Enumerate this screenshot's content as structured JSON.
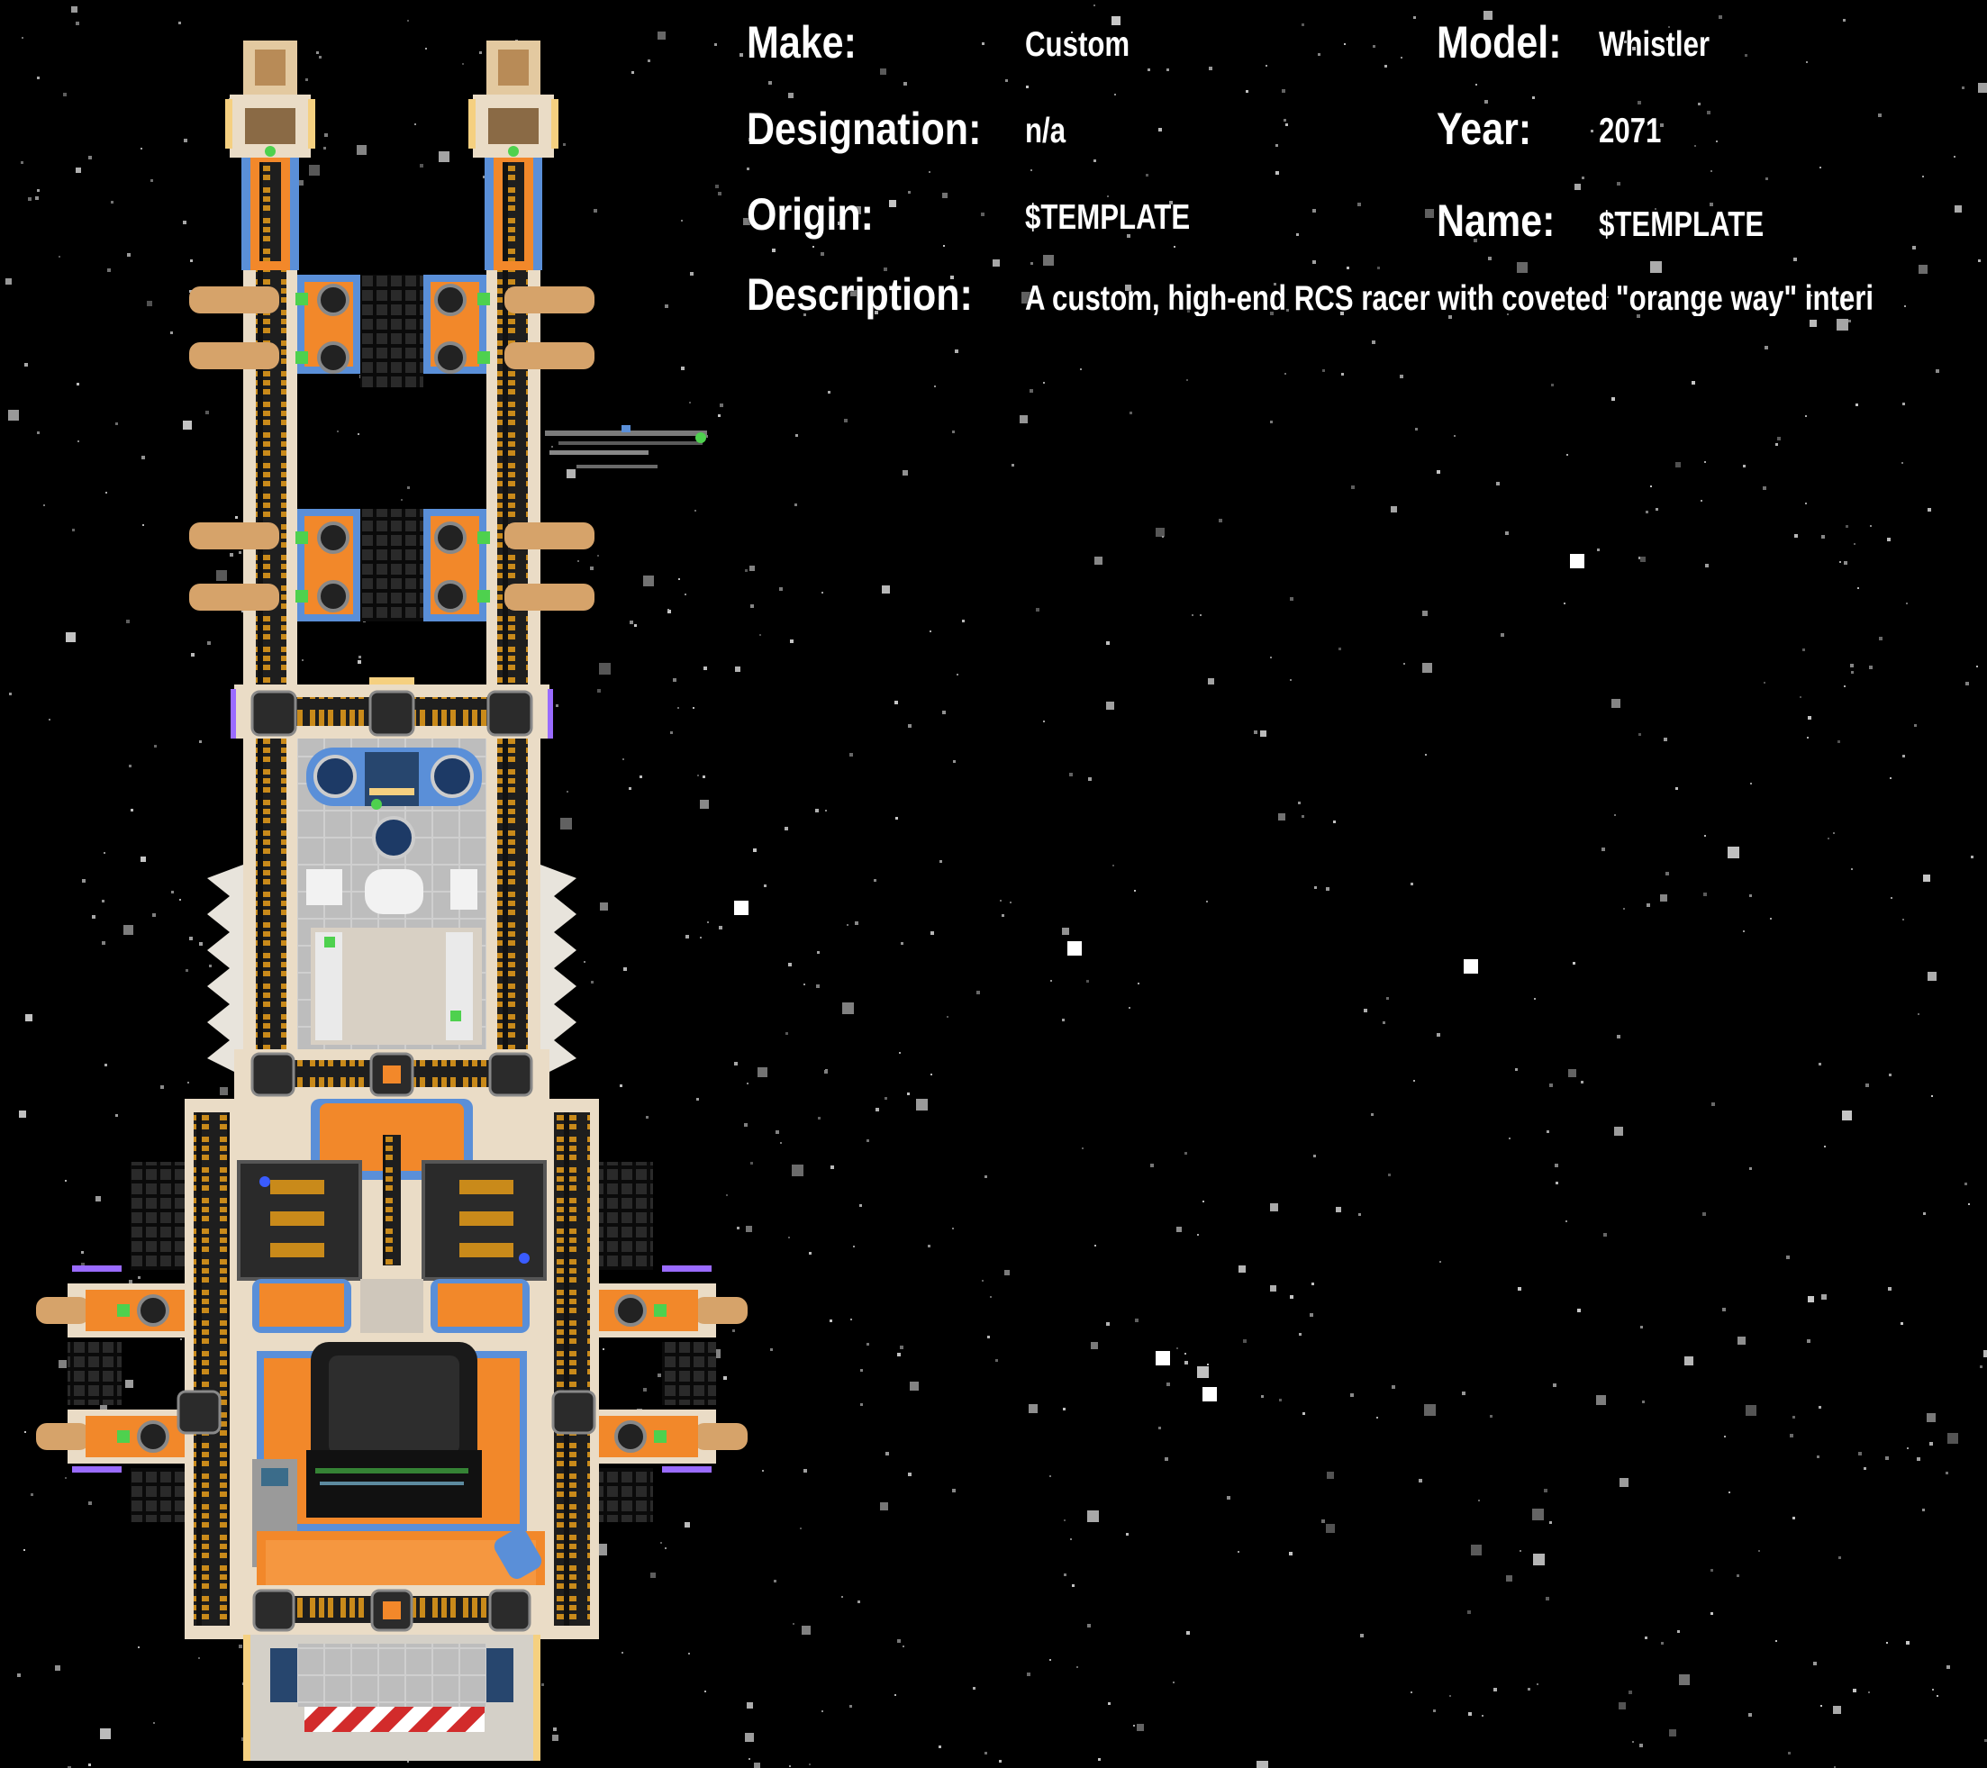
{
  "vessel_info": {
    "make_label": "Make:",
    "make_value": "Custom",
    "model_label": "Model:",
    "model_value": "Whistler",
    "designation_label": "Designation:",
    "designation_value": "n/a",
    "year_label": "Year:",
    "year_value": "2071",
    "origin_label": "Origin:",
    "origin_value": "$TEMPLATE",
    "name_label": "Name:",
    "name_value": "$TEMPLATE",
    "description_label": "Description:",
    "description_value": "A custom, high-end RCS racer with coveted \"orange way\" interi"
  },
  "colors": {
    "background": "#000000",
    "text": "#ffffff",
    "hull_cream": "#eadcc6",
    "hull_orange": "#f2882a",
    "trim_blue": "#5a8fd8",
    "rail_dark": "#222222",
    "rail_stripe": "#c98a1a",
    "thruster_tan": "#d6a36a",
    "led_green": "#4ed14e",
    "glow_purple": "#9a6bff",
    "warning_red": "#d22b2b"
  },
  "icons": {
    "ship": "spaceship-top-view",
    "drone": "small-craft-icon",
    "stars": "starfield"
  }
}
